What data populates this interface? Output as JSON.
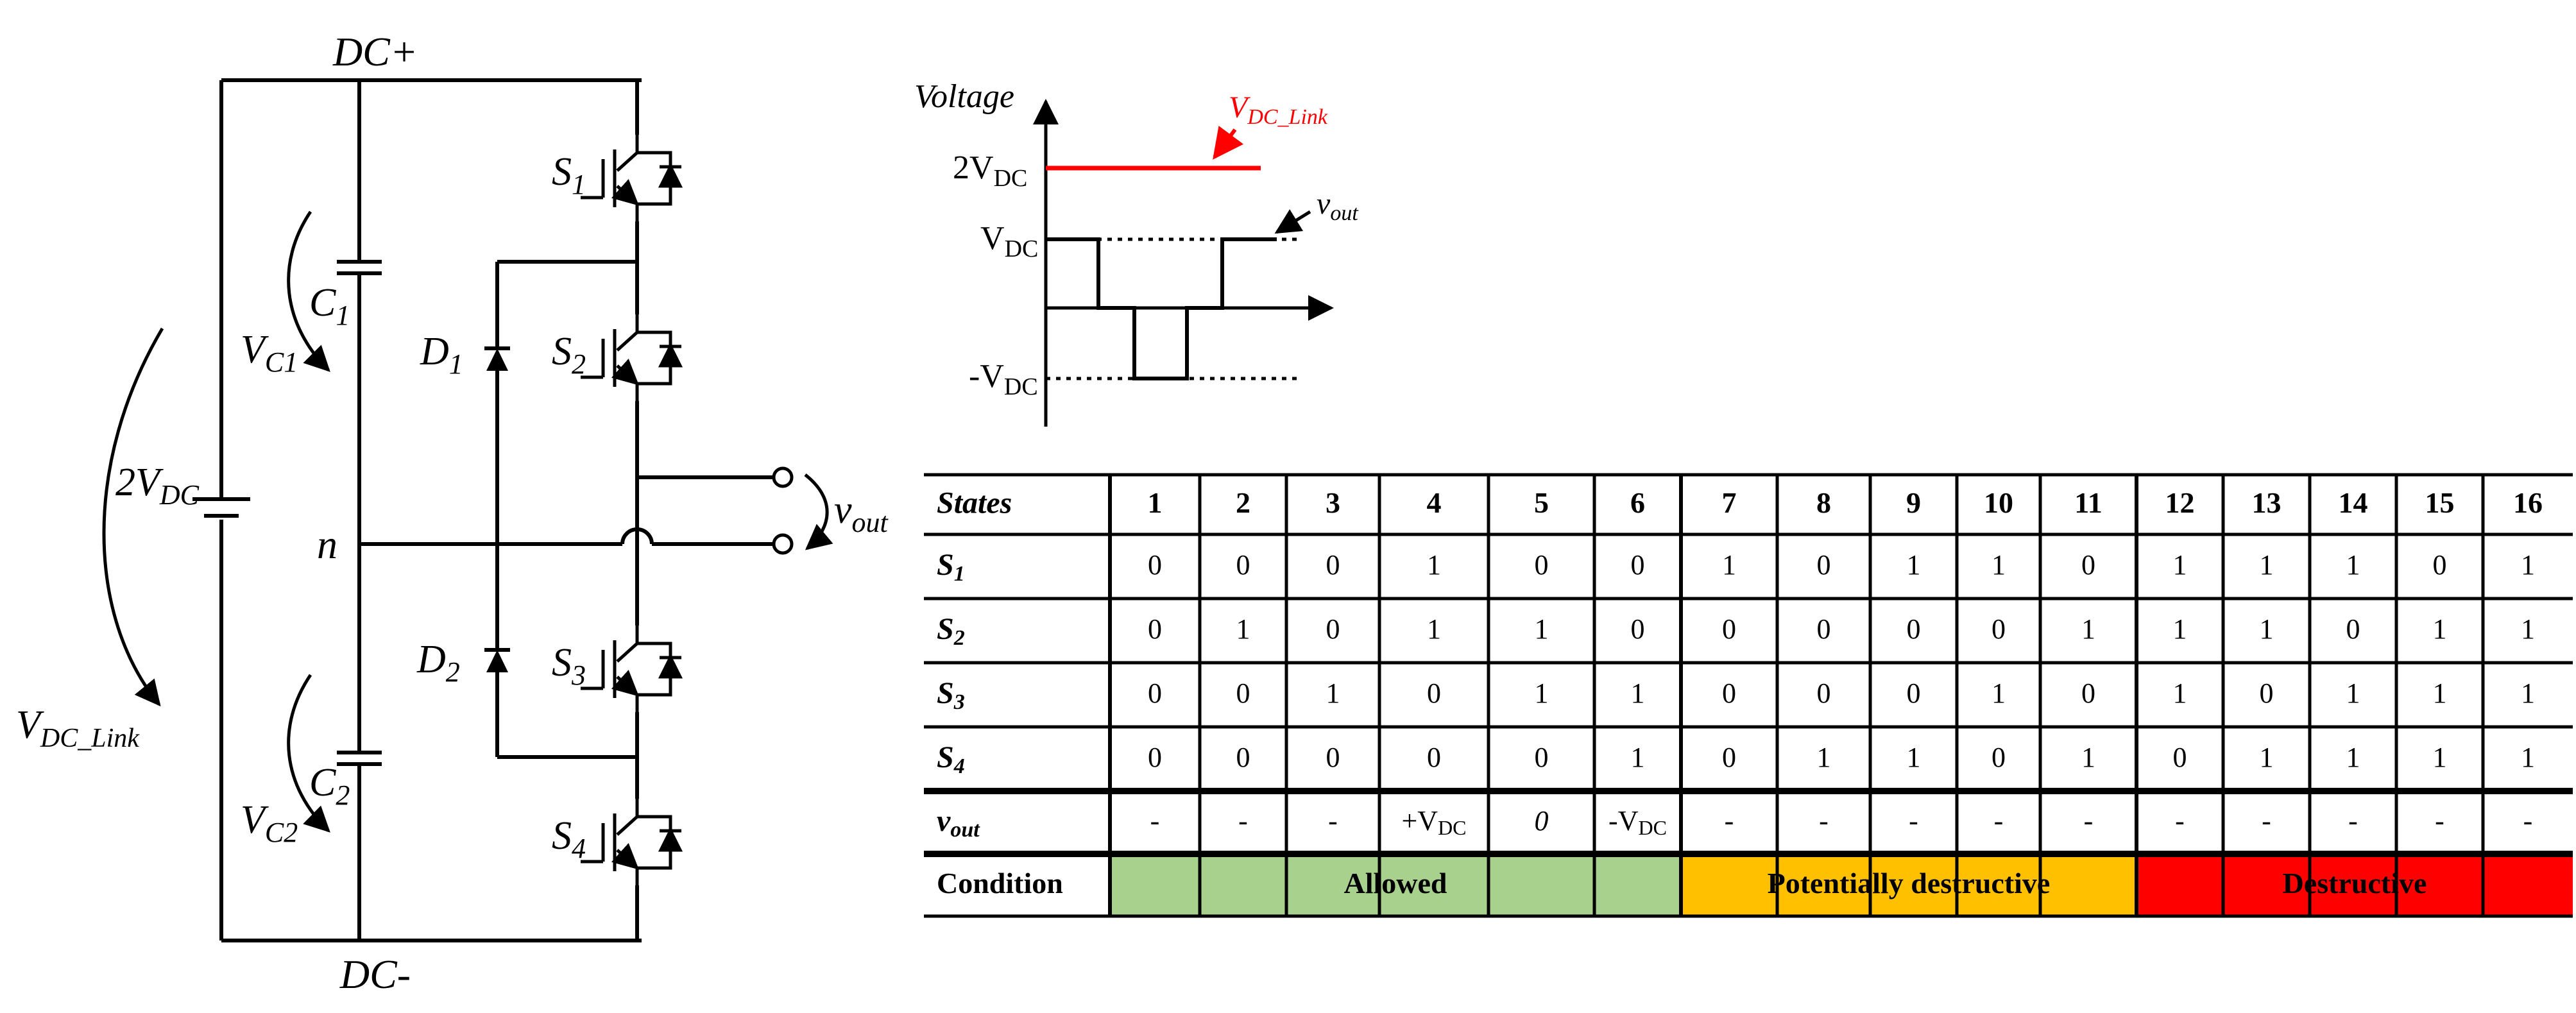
{
  "colors": {
    "allowed": "#A9D18E",
    "potentially_destructive": "#FFC000",
    "destructive": "#FF0000",
    "link_voltage": "#FF0000",
    "line": "#000000"
  },
  "circuit": {
    "dc_plus": "DC+",
    "dc_minus": "DC-",
    "node_n": "n",
    "switches": [
      "S1",
      "S2",
      "S3",
      "S4"
    ],
    "diodes": [
      "D1",
      "D2"
    ],
    "capacitors": [
      "C1",
      "C2"
    ],
    "v_link_main": "V",
    "v_link_sub": "DC_Link",
    "source_label_coef": "2V",
    "source_label_sub": "DC",
    "vc1_main": "V",
    "vc1_sub": "C1",
    "vc2_main": "V",
    "vc2_sub": "C2",
    "vout_main": "v",
    "vout_sub": "out"
  },
  "waveform": {
    "y_axis_label": "Voltage",
    "link_main": "V",
    "link_sub": "DC_Link",
    "vout_main": "v",
    "vout_sub": "out",
    "level_2vdc_coef": "2V",
    "level_vdc_main": "V",
    "level_neg_vdc_main": "-V",
    "level_sub": "DC"
  },
  "table": {
    "header_label": "States",
    "states": [
      "1",
      "2",
      "3",
      "4",
      "5",
      "6",
      "7",
      "8",
      "9",
      "10",
      "11",
      "12",
      "13",
      "14",
      "15",
      "16"
    ],
    "rows": [
      {
        "main": "S",
        "sub": "1",
        "values": [
          "0",
          "0",
          "0",
          "1",
          "0",
          "0",
          "1",
          "0",
          "1",
          "1",
          "0",
          "1",
          "1",
          "1",
          "0",
          "1"
        ]
      },
      {
        "main": "S",
        "sub": "2",
        "values": [
          "0",
          "1",
          "0",
          "1",
          "1",
          "0",
          "0",
          "0",
          "0",
          "0",
          "1",
          "1",
          "1",
          "0",
          "1",
          "1"
        ]
      },
      {
        "main": "S",
        "sub": "3",
        "values": [
          "0",
          "0",
          "1",
          "0",
          "1",
          "1",
          "0",
          "0",
          "0",
          "1",
          "0",
          "1",
          "0",
          "1",
          "1",
          "1"
        ]
      },
      {
        "main": "S",
        "sub": "4",
        "values": [
          "0",
          "0",
          "0",
          "0",
          "0",
          "1",
          "0",
          "1",
          "1",
          "0",
          "1",
          "0",
          "1",
          "1",
          "1",
          "1"
        ]
      }
    ],
    "vout_row_main": "v",
    "vout_row_sub": "out",
    "vout_values": [
      "-",
      "-",
      "-",
      "+V_DC",
      "0",
      "-V_DC",
      "-",
      "-",
      "-",
      "-",
      "-",
      "-",
      "-",
      "-",
      "-",
      "-"
    ],
    "condition_label": "Condition",
    "conditions": [
      {
        "label": "Allowed",
        "span": 6,
        "color_key": "allowed"
      },
      {
        "label": "Potentially  destructive",
        "span": 5,
        "color_key": "potentially_destructive"
      },
      {
        "label": "Destructive",
        "span": 5,
        "color_key": "destructive"
      }
    ]
  }
}
